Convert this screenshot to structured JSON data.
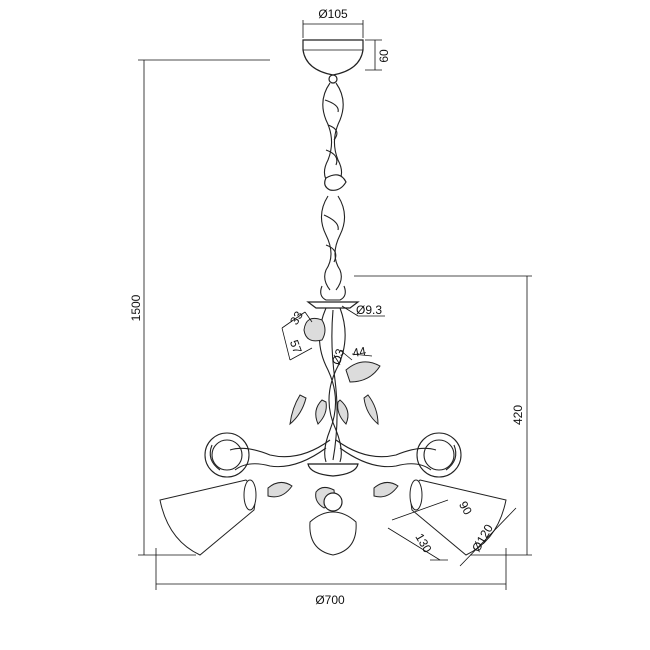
{
  "dimensions": {
    "canopy_diameter": "Ø105",
    "canopy_height": "60",
    "overall_height": "1500",
    "body_height": "420",
    "tube_diameter": "Ø9.3",
    "leaf_width": "33",
    "leaf_length": "57",
    "leaf_small_diameter": "Ø3",
    "leaf_small_length": "44",
    "shade_depth": "90",
    "shade_length": "130",
    "shade_diameter": "Ø120",
    "overall_diameter": "Ø700"
  },
  "colors": {
    "line": "#111111",
    "leaf_fill": "#dcdcdc"
  }
}
